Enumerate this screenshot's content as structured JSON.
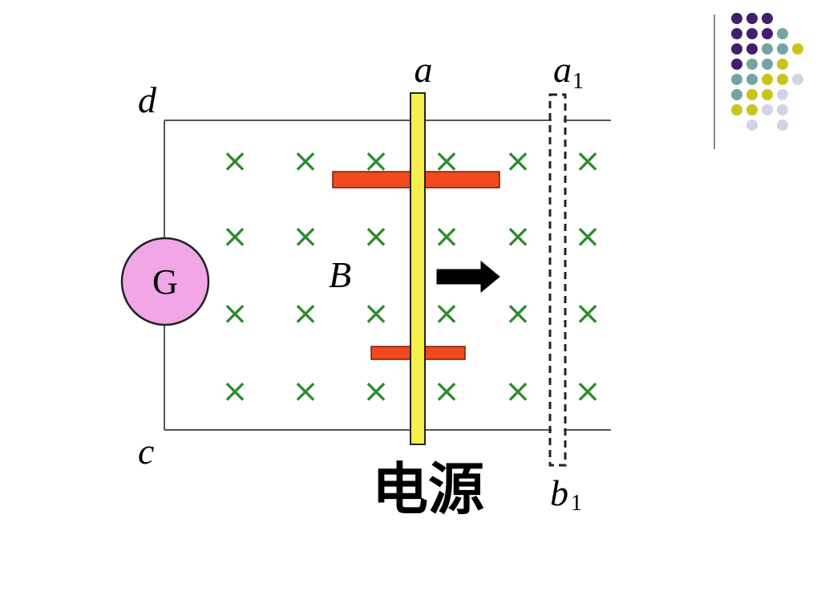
{
  "diagram": {
    "labels": {
      "a": "a",
      "a1_base": "a",
      "a1_sub": "1",
      "b1_base": "b",
      "b1_sub": "1",
      "c": "c",
      "d": "d",
      "B": "B",
      "galvanometer": "G",
      "power_source": "电源"
    },
    "field_marker": "×",
    "colors": {
      "rail": "#555555",
      "rod_fill": "#f7f04a",
      "rod_stroke": "#222222",
      "plate_fill": "#f04a1e",
      "field_cross": "#2e8b2e",
      "galvanometer_fill": "#f1a6e6",
      "arrow": "#000000",
      "dashed_rod": "#222222"
    }
  },
  "decor": {
    "dot_colors": {
      "purple": "#3f1f6e",
      "teal": "#73a4a2",
      "yellow": "#c9c41a",
      "lavender": "#d4d2e6"
    },
    "divider_color": "#666666"
  }
}
